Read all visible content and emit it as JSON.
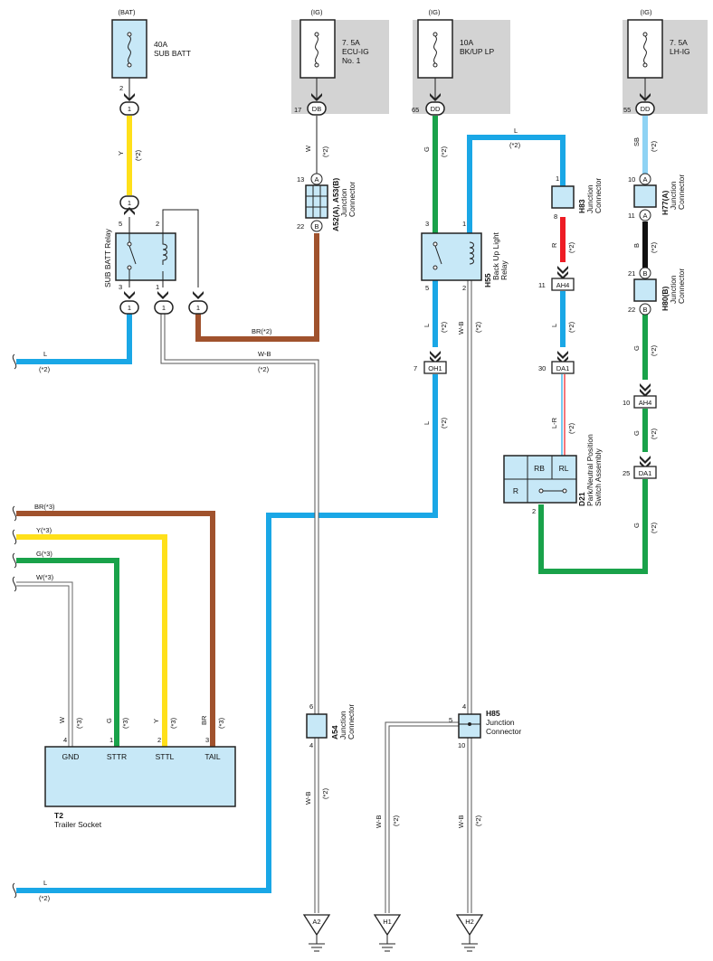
{
  "fuses": [
    {
      "source": "(BAT)",
      "rating": "40A",
      "line1": "SUB BATT",
      "line2": "",
      "pin": "2",
      "conn": "1"
    },
    {
      "source": "(IG)",
      "rating": "7. 5A",
      "line1": "ECU-IG",
      "line2": "No. 1",
      "pin": "17",
      "conn": "DB"
    },
    {
      "source": "(IG)",
      "rating": "10A",
      "line1": "BK/UP LP",
      "line2": "",
      "pin": "65",
      "conn": "DD"
    },
    {
      "source": "(IG)",
      "rating": "7. 5A",
      "line1": "LH-IG",
      "line2": "",
      "pin": "55",
      "conn": "DD"
    }
  ],
  "relays": {
    "sub_batt": {
      "name": "SUB BATT Relay",
      "pins": [
        "5",
        "3",
        "2",
        "1"
      ]
    },
    "backup": {
      "id": "H55",
      "name1": "Back Up Light",
      "name2": "Relay",
      "pins": [
        "3",
        "1",
        "5",
        "2"
      ]
    }
  },
  "junctions": {
    "a52": {
      "id": "A52(A), A53(B)",
      "name1": "Junction",
      "name2": "Connector",
      "pins": [
        "13",
        "22"
      ],
      "letters": [
        "A",
        "B"
      ]
    },
    "h83": {
      "id": "H83",
      "name1": "Junction",
      "name2": "Connector",
      "pins": [
        "1",
        "8"
      ]
    },
    "h77": {
      "id": "H77(A)",
      "name1": "Junction",
      "name2": "Connector",
      "pins": [
        "10",
        "11"
      ],
      "letter": "A"
    },
    "h80": {
      "id": "H80(B)",
      "name1": "Junction",
      "name2": "Connector",
      "pins": [
        "21",
        "22"
      ],
      "letter": "B"
    },
    "a54": {
      "id": "A54",
      "name1": "Junction",
      "name2": "Connector",
      "pins": [
        "6",
        "4"
      ]
    },
    "h85": {
      "id": "H85",
      "name1": "Junction",
      "name2": "Connector",
      "pins": [
        "4",
        "5",
        "10"
      ]
    }
  },
  "inline": {
    "one": "1",
    "oh1": {
      "pin": "7",
      "label": "OH1"
    },
    "ah4_a": {
      "pin": "11",
      "label": "AH4"
    },
    "da1_a": {
      "pin": "30",
      "label": "DA1"
    },
    "ah4_b": {
      "pin": "10",
      "label": "AH4"
    },
    "da1_b": {
      "pin": "25",
      "label": "DA1"
    }
  },
  "switch": {
    "id": "D21",
    "name1": "Park/Neutral Position",
    "name2": "Switch Assembly",
    "cells": [
      "RB",
      "RL",
      "R"
    ],
    "pin": "2"
  },
  "trailer": {
    "id": "T2",
    "name": "Trailer Socket",
    "pins": [
      {
        "num": "4",
        "label": "GND",
        "wire": "W"
      },
      {
        "num": "1",
        "label": "STTR",
        "wire": "G"
      },
      {
        "num": "2",
        "label": "STTL",
        "wire": "Y"
      },
      {
        "num": "3",
        "label": "TAIL",
        "wire": "BR"
      }
    ]
  },
  "wire_labels": {
    "y": "Y",
    "w": "W",
    "g": "G",
    "l": "L",
    "sb": "SB",
    "b": "B",
    "r": "R",
    "lr": "L-R",
    "wb": "W-B",
    "br2": "BR(*2)",
    "br3": "BR(*3)",
    "y3": "Y(*3)",
    "g3": "G(*3)",
    "w3": "W(*3)",
    "note2": "(*2)",
    "note3": "(*3)"
  },
  "grounds": [
    "A2",
    "H1",
    "H2"
  ],
  "colors": {
    "L": "#1aa7e6",
    "Y": "#ffe01a",
    "BR": "#a0522d",
    "G": "#19a24a",
    "R": "#ee1c24",
    "SB": "#8fd3f4",
    "B": "#111111",
    "box_fill": "#c7e8f7",
    "fuse_bg": "#d3d3d3"
  }
}
